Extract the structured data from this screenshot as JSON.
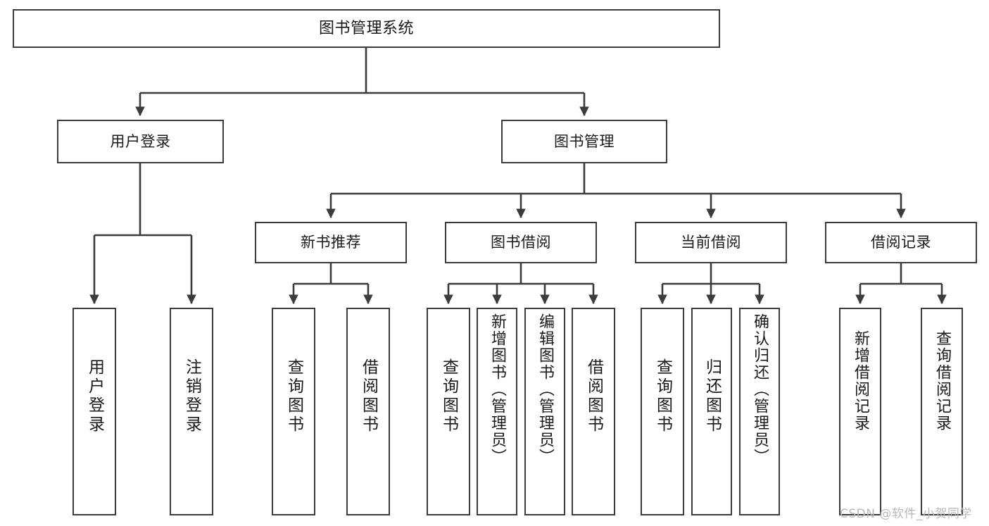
{
  "diagram": {
    "title": "图书管理系统",
    "type": "tree-hierarchy-chart",
    "stroke_color": "#3b3b3b",
    "fill_color": "#ffffff",
    "text_color": "#1a1a1a"
  },
  "nodes": {
    "root": {
      "label": "图书管理系统"
    },
    "level2": [
      {
        "label": "用户登录"
      },
      {
        "label": "图书管理"
      }
    ],
    "level3": [
      {
        "label": "新书推荐"
      },
      {
        "label": "图书借阅"
      },
      {
        "label": "当前借阅"
      },
      {
        "label": "借阅记录"
      }
    ],
    "leaves": {
      "user_login": [
        {
          "label": "用户登录"
        },
        {
          "label": "注销登录"
        }
      ],
      "new_book_rec": [
        {
          "label": "查询图书"
        },
        {
          "label": "借阅图书"
        }
      ],
      "book_borrow": [
        {
          "label": "查询图书"
        },
        {
          "label": "新增图书（管理员）"
        },
        {
          "label": "编辑图书（管理员）"
        },
        {
          "label": "借阅图书"
        }
      ],
      "current_borrow": [
        {
          "label": "查询图书"
        },
        {
          "label": "归还图书"
        },
        {
          "label": "确认归还（管理员）"
        }
      ],
      "borrow_record": [
        {
          "label": "新增借阅记录"
        },
        {
          "label": "查询借阅记录"
        }
      ]
    }
  },
  "watermark": {
    "text": "CSDN @软件_小贺同学"
  }
}
